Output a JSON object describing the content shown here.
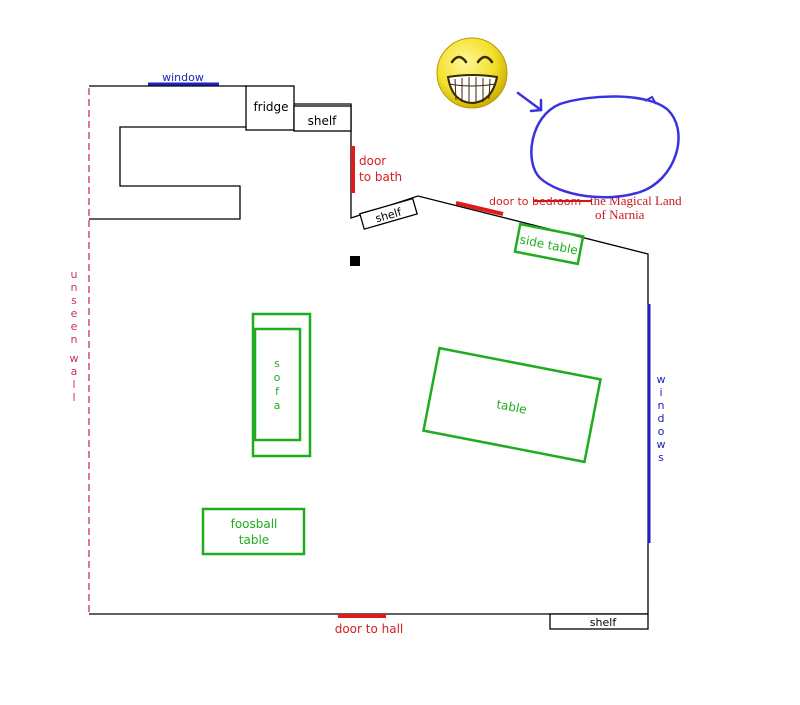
{
  "labels": {
    "window_top": "window",
    "fridge": "fridge",
    "shelf_top": "shelf",
    "door_bath_1": "door",
    "door_bath_2": "to bath",
    "shelf_diag": "shelf",
    "door_bedroom_prefix": "door to ",
    "door_bedroom_struck": "bedroom",
    "narnia_1": " the Magical Land",
    "narnia_2": "of Narnia",
    "side_table": "side table",
    "sofa_1": "s",
    "sofa_2": "o",
    "sofa_3": "f",
    "sofa_4": "a",
    "table": "table",
    "foosball_1": "foosball",
    "foosball_2": "table",
    "door_hall": "door to hall",
    "shelf_bottom": "shelf",
    "unseen_wall": [
      "u",
      "n",
      "s",
      "e",
      "e",
      "n",
      "",
      "w",
      "a",
      "l",
      "l"
    ],
    "windows_right": [
      "w",
      "i",
      "n",
      "d",
      "o",
      "w",
      "s"
    ]
  },
  "icons": {
    "smiley": "grinning-smiley-icon"
  },
  "colors": {
    "wall": "#000000",
    "window": "#1d22b8",
    "door": "#e01b1b",
    "door_text": "#d42020",
    "furniture": "#1fad1f",
    "unseen_wall": "#c7335e",
    "annotation_blue": "#3a32e0",
    "smiley_yellow": "#f2e02a"
  }
}
